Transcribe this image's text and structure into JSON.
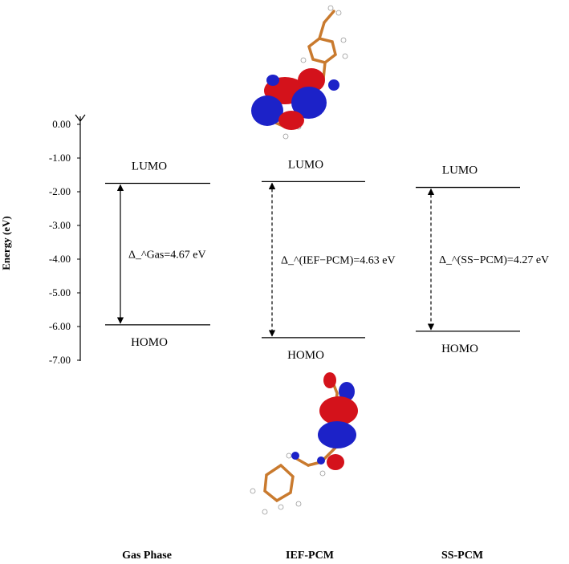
{
  "y_axis": {
    "label": "Energy (eV)",
    "ticks": [
      "0.00",
      "-1.00",
      "-2.00",
      "-3.00",
      "-4.00",
      "-5.00",
      "-6.00",
      "-7.00"
    ]
  },
  "methods": [
    {
      "name": "Gas Phase",
      "lumo_label": "LUMO",
      "homo_label": "HOMO",
      "gap_label": "Δ_^Gas=4.67 eV",
      "lumo": -1.75,
      "homo": -5.95,
      "arrow_style": "solid"
    },
    {
      "name": "IEF-PCM",
      "lumo_label": "LUMO",
      "homo_label": "HOMO",
      "gap_label": "Δ_^(IEF−PCM)=4.63 eV",
      "lumo": -1.7,
      "homo": -6.33,
      "arrow_style": "dashed"
    },
    {
      "name": "SS-PCM",
      "lumo_label": "LUMO",
      "homo_label": "HOMO",
      "gap_label": "Δ_^(SS−PCM)=4.27 eV",
      "lumo": -1.87,
      "homo": -6.14,
      "arrow_style": "dashed"
    }
  ],
  "orbital_images": [
    {
      "represents": "LUMO",
      "lobe_colors": {
        "positive": "#d4121b",
        "negative": "#1c22c8"
      },
      "bond_color": "#c97a2e"
    },
    {
      "represents": "HOMO",
      "lobe_colors": {
        "positive": "#d4121b",
        "negative": "#1c22c8"
      },
      "bond_color": "#c97a2e"
    }
  ]
}
